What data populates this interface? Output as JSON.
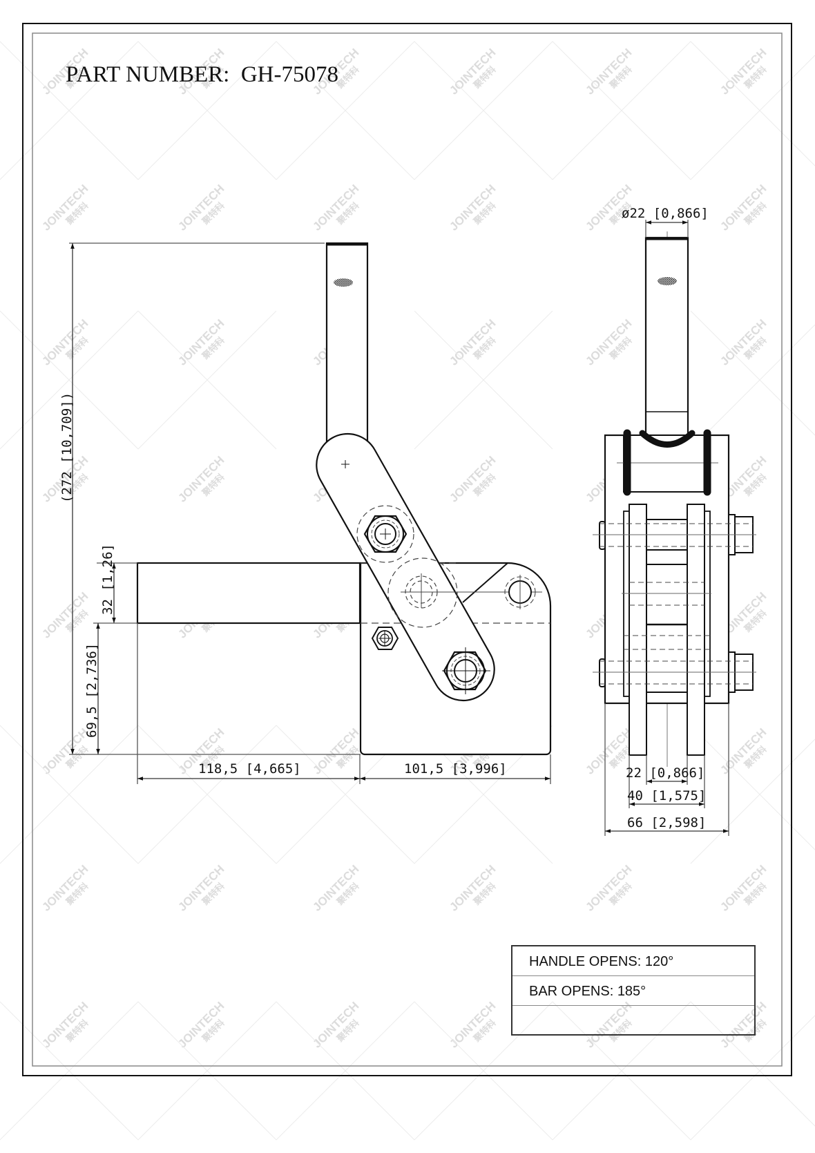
{
  "title": {
    "label": "PART NUMBER:",
    "part_number": "GH-75078",
    "full": "PART NUMBER:  GH-75078"
  },
  "watermark": {
    "brand": "JOINTECH",
    "brand_cn": "聚特科"
  },
  "front_view": {
    "dimensions": {
      "overall_height": "(272 [10,709])",
      "bar_height": "32 [1,26]",
      "base_height": "69,5 [2,736]",
      "bar_length": "118,5 [4,665]",
      "base_length": "101,5 [3,996]"
    }
  },
  "side_view": {
    "dimensions": {
      "handle_diameter": "ø22 [0,866]",
      "inner_gap": "22 [0,866]",
      "bar_span": "40 [1,575]",
      "overall_width": "66 [2,598]"
    }
  },
  "spec_table": {
    "rows": [
      {
        "text": "HANDLE OPENS: 120°"
      },
      {
        "text": "BAR OPENS: 185°"
      },
      {
        "text": ""
      }
    ]
  },
  "colors": {
    "line": "#111111",
    "frame_inner": "#777777",
    "dim_line": "#555555",
    "watermark": "#dcdcdc"
  }
}
